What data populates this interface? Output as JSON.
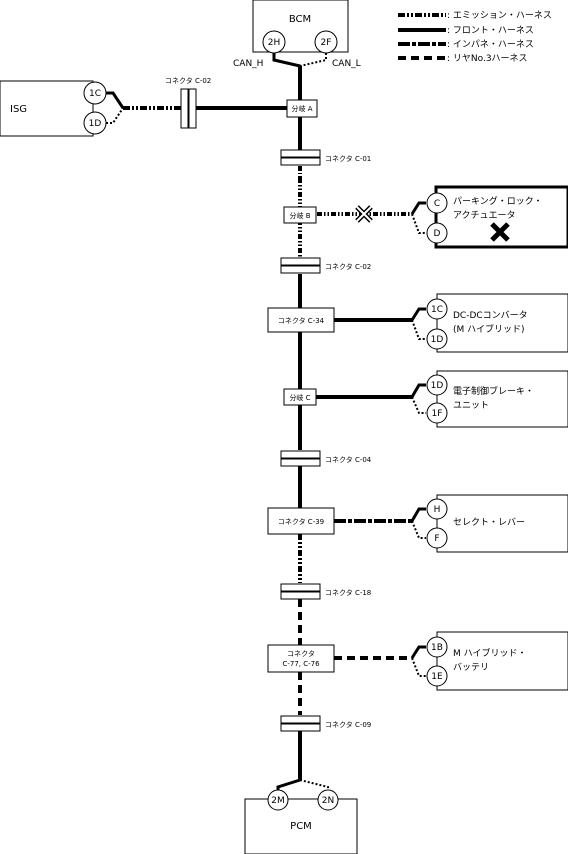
{
  "legend": [
    {
      "style": "emission",
      "label": ": エミッション・ハーネス"
    },
    {
      "style": "front",
      "label": ": フロント・ハーネス"
    },
    {
      "style": "instpanel",
      "label": ": インパネ・ハーネス"
    },
    {
      "style": "rear",
      "label": ": リヤNo.3ハーネス"
    }
  ],
  "bcm": {
    "name": "BCM",
    "pin_h": "2H",
    "pin_l": "2F",
    "can_h": "CAN_H",
    "can_l": "CAN_L"
  },
  "isg": {
    "name": "ISG",
    "pin1": "1C",
    "pin2": "1D",
    "connector": "コネクタ C-02"
  },
  "splices": {
    "a": "分岐 A",
    "b": "分岐 B",
    "c": "分岐 C"
  },
  "connectors": {
    "c01": "コネクタ C-01",
    "c02": "コネクタ C-02",
    "c34": "コネクタ C-34",
    "c04": "コネクタ C-04",
    "c39": "コネクタ C-39",
    "c18": "コネクタ C-18",
    "c77_line1": "コネクタ",
    "c77_line2": "C-77, C-76",
    "c09": "コネクタ C-09"
  },
  "modules": {
    "parking": {
      "line1": "パーキング・ロック・",
      "line2": "アクチュエータ",
      "pin1": "C",
      "pin2": "D"
    },
    "dcdc": {
      "line1": "DC-DCコンバータ",
      "line2": "(M ハイブリッド)",
      "pin1": "1C",
      "pin2": "1D"
    },
    "ebrake": {
      "line1": "電子制御ブレーキ・",
      "line2": "ユニット",
      "pin1": "1D",
      "pin2": "1F"
    },
    "select": {
      "line1": "セレクト・レバー",
      "pin1": "H",
      "pin2": "F"
    },
    "battery": {
      "line1": "M ハイブリッド・",
      "line2": "バッテリ",
      "pin1": "1B",
      "pin2": "1E"
    }
  },
  "pcm": {
    "name": "PCM",
    "pin1": "2M",
    "pin2": "2N"
  }
}
